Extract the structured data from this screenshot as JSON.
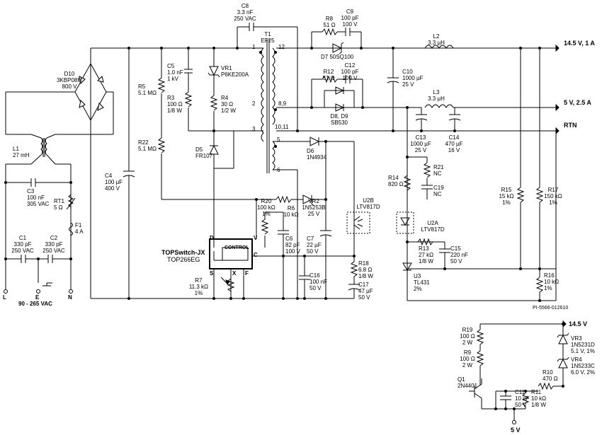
{
  "outputs": {
    "out1": "14.5 V, 1 A",
    "out2": "5 V, 2.5 A",
    "rtn": "RTN",
    "out3": "14.5 V",
    "out4": "5 V"
  },
  "input": {
    "range": "90 - 265 VAC",
    "L": "L",
    "E": "E",
    "N": "N"
  },
  "ic": {
    "name": "TOPSwitch-JX",
    "part": "TOP266EG",
    "control": "CONTROL",
    "pins": {
      "D": "D",
      "V": "V",
      "C": "C",
      "S": "S",
      "X": "X",
      "F": "F"
    }
  },
  "transformer": {
    "ref": "T1",
    "core": "EF25",
    "p1": "1",
    "p2": "2",
    "p3": "3",
    "p5": "5",
    "p6": "6",
    "p89": "8,9",
    "p1011": "10,11",
    "p12": "12"
  },
  "drawing_id": "PI-5566-012610",
  "components": {
    "C8": [
      "C8",
      "3.3 nF",
      "250 VAC"
    ],
    "R8": [
      "R8",
      "51 Ω"
    ],
    "C9": [
      "C9",
      "100 pF",
      "100 V"
    ],
    "D7": [
      "D7 50SQ100"
    ],
    "L2": [
      "L2",
      "3.3 µH"
    ],
    "D10": [
      "D10",
      "3KBP08M",
      "800 V"
    ],
    "C5": [
      "C5",
      "1.0 nF",
      "1 kV"
    ],
    "VR1": [
      "VR1",
      "P6KE200A"
    ],
    "R5": [
      "R5",
      "5.1 MΩ"
    ],
    "R3": [
      "R3",
      "100 Ω",
      "1/8 W"
    ],
    "R4": [
      "R4",
      "30 Ω",
      "1/2 W"
    ],
    "R12": [
      "R12",
      "51 Ω"
    ],
    "C12": [
      "C12",
      "100 pF",
      "100 V"
    ],
    "C10": [
      "C10",
      "1000 µF",
      "25 V"
    ],
    "L3": [
      "L3",
      "3.3 µH"
    ],
    "D8D9": [
      "D8, D9",
      "SB530"
    ],
    "L1": [
      "L1",
      "27 mH"
    ],
    "R22": [
      "R22",
      "5.1 MΩ"
    ],
    "D5": [
      "D5",
      "FR107"
    ],
    "D6": [
      "D6",
      "1N4934"
    ],
    "C13": [
      "C13",
      "1000 µF",
      "25 V"
    ],
    "C14": [
      "C14",
      "470 µF",
      "16 V"
    ],
    "C3": [
      "C3",
      "100 nF",
      "305 VAC"
    ],
    "C4": [
      "C4",
      "100 µF",
      "400 V"
    ],
    "R21": [
      "R21",
      "NC"
    ],
    "R14": [
      "R14",
      "820 Ω"
    ],
    "C19": [
      "C19",
      "NC"
    ],
    "RT1": [
      "RT1",
      "5 Ω"
    ],
    "R15": [
      "R15",
      "15 kΩ",
      "1%"
    ],
    "R17": [
      "R17",
      "150 kΩ",
      "1%"
    ],
    "R20": [
      "R20",
      "100 kΩ",
      "1%"
    ],
    "VR2": [
      "VR2",
      "1N5253B",
      "25 V"
    ],
    "R6": [
      "R6",
      "10 kΩ"
    ],
    "U2B": [
      "U2B",
      "LTV817D"
    ],
    "F1": [
      "F1",
      "4 A"
    ],
    "U2A": [
      "U2A",
      "LTV817D"
    ],
    "C1": [
      "C1",
      "330 pF",
      "250 VAC"
    ],
    "C2": [
      "C2",
      "330 pF",
      "250 VAC"
    ],
    "C6": [
      "C6",
      "82 pF",
      "100 V"
    ],
    "C7": [
      "C7",
      "22 µF",
      "50 V"
    ],
    "R13": [
      "R13",
      "27 kΩ",
      "1/8 W"
    ],
    "C15": [
      "C15",
      "220 nF",
      "50 V"
    ],
    "R18": [
      "R18",
      "6.8 Ω",
      "1/8 W"
    ],
    "U3": [
      "U3",
      "TL431",
      "2%"
    ],
    "R7": [
      "R7",
      "11.3 kΩ",
      "1%"
    ],
    "C16": [
      "C16",
      "100 nF",
      "50 V"
    ],
    "C17": [
      "C17",
      "47 µF",
      "50 V"
    ],
    "R16": [
      "R16",
      "10 kΩ",
      "1%"
    ],
    "R19": [
      "R19",
      "100 Ω",
      "2 W"
    ],
    "VR3": [
      "VR3",
      "1N5231D",
      "5.1 V, 1%"
    ],
    "R9": [
      "R9",
      "100 Ω",
      "2 W"
    ],
    "VR4": [
      "VR4",
      "1N5233C",
      "6.0 V, 2%"
    ],
    "Q1": [
      "Q1",
      "2N4401"
    ],
    "R10": [
      "R10",
      "470 Ω"
    ],
    "C11": [
      "C11",
      "10 nF",
      "50 V"
    ],
    "R11": [
      "R11",
      "10 kΩ",
      "1/8 W"
    ]
  }
}
